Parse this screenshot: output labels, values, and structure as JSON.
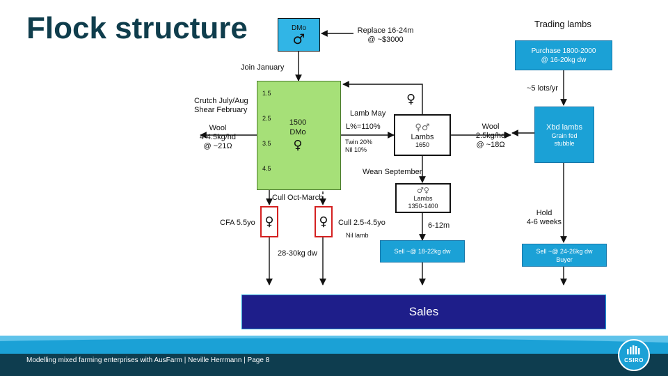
{
  "title": "Flock structure",
  "trading_heading": "Trading lambs",
  "dmo_box": {
    "label": "DMo",
    "symbol": "♂"
  },
  "replace_label": [
    "Replace 16-24m",
    "@ ~$3000"
  ],
  "join_label": "Join January",
  "crutch_label": [
    "Crutch July/Aug",
    "Shear February"
  ],
  "wool_left": [
    "Wool",
    "4-4.5kg/hd",
    "@ ~21Ω"
  ],
  "flock_box": {
    "ages": [
      "1.5",
      "2.5",
      "3.5",
      "4.5"
    ],
    "count": "1500",
    "label": "DMo",
    "symbol": "♀"
  },
  "female_symbol_top": "♀",
  "lamb_may": "Lamb May",
  "marking_rate": "L%=110%",
  "twin_nil": [
    "Twin 20%",
    "Nil 10%"
  ],
  "lambs_box": {
    "symbol": "♀♂",
    "label": "Lambs",
    "count": "1650"
  },
  "wool_right": [
    "Wool",
    "2.5kg/hd",
    "@ ~18Ω"
  ],
  "wean_label": "Wean September",
  "weaned_box": {
    "symbol": "♂♀",
    "label": "Lambs",
    "count": "1350-1400"
  },
  "age_label": "6-12m",
  "sell_left": "Sell ~@ 18-22kg dw",
  "cull_label": "Cull Oct-March",
  "cfa_label": "CFA 5.5yo",
  "cull_age_label": "Cull 2.5-4.5yo",
  "nil_lamb": "Nil lamb",
  "dw_label": "28-30kg dw",
  "female_symbol": "♀",
  "purchase_box": [
    "Purchase  1800-2000",
    "@ 16-20kg dw"
  ],
  "lots_label": "~5 lots/yr",
  "xbd_box": [
    "Xbd lambs",
    "Grain fed",
    "stubble"
  ],
  "hold_label": [
    "Hold",
    "4-6 weeks"
  ],
  "sell_right": [
    "Sell ~@ 24-26kg dw",
    "Buyer"
  ],
  "sales": "Sales",
  "footer": "Modelling mixed farming enterprises with AusFarm |  Neville Herrmann  | Page 8",
  "logo_text": "CSIRO",
  "colors": {
    "title": "#0f3d4c",
    "box_blue": "#1ba1d6",
    "flock_green": "#a6e078",
    "cull_red": "#d42020",
    "sales_navy": "#1e1e8a",
    "footer_dark": "#0e3d4f"
  }
}
